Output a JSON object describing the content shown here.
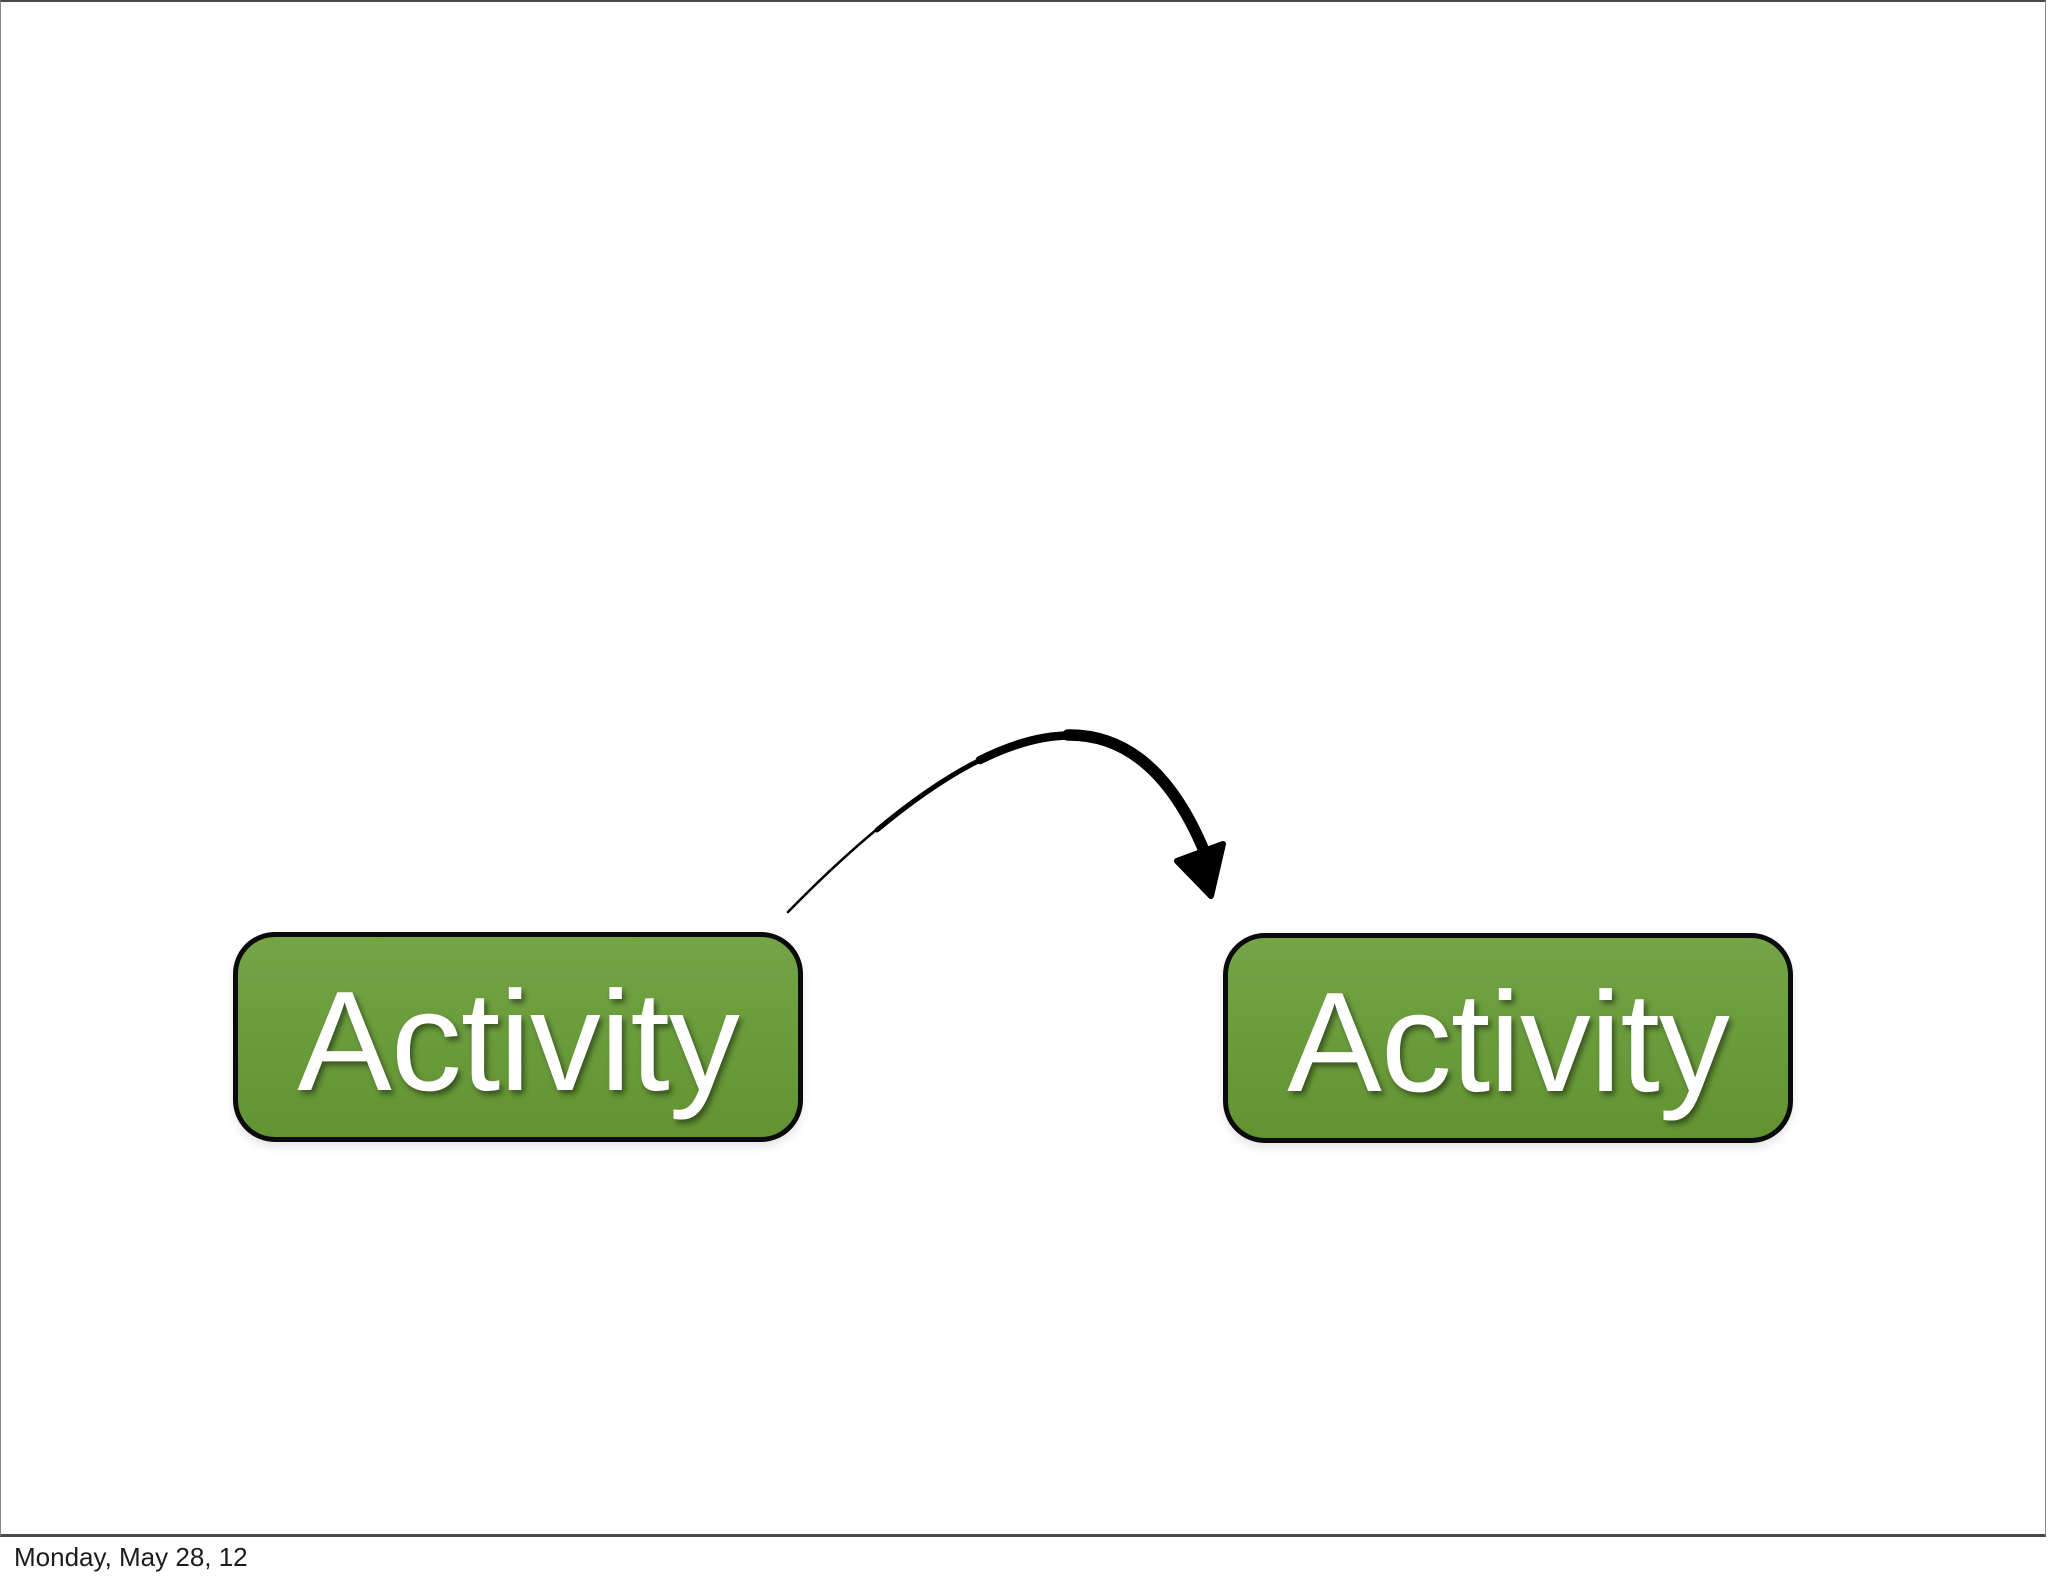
{
  "slide": {
    "left_box": {
      "label": "Activity"
    },
    "right_box": {
      "label": "Activity"
    },
    "arrow": {
      "description": "curved tapered arrow from left box to right box"
    }
  },
  "footer": {
    "date": "Monday, May 28, 12"
  },
  "colors": {
    "box_green_top": "#74a445",
    "box_green_bottom": "#639331",
    "box_border": "#0a0a0a",
    "box_text": "#ffffff",
    "arrow": "#000000",
    "frame_border": "#4a4a4a",
    "background": "#ffffff"
  }
}
